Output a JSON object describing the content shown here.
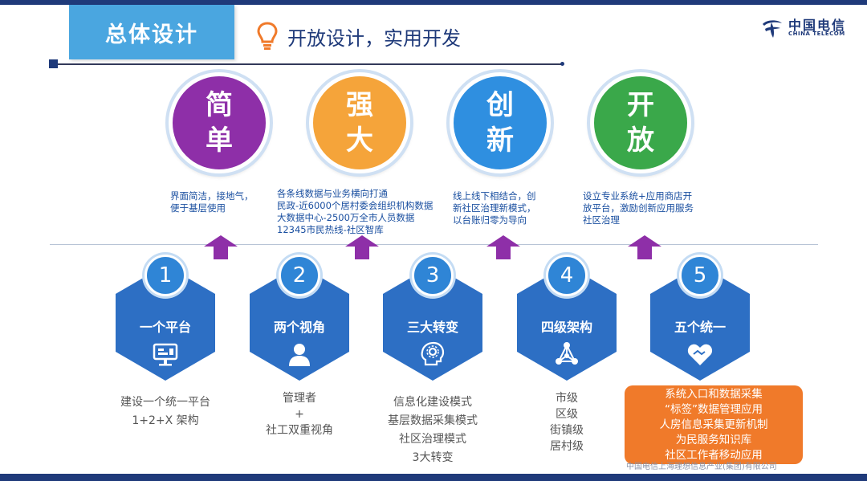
{
  "header": {
    "title": "总体设计",
    "subtitle": "开放设计，实用开发",
    "logo": {
      "cn": "中国电信",
      "en": "CHINA TELECOM"
    }
  },
  "features": [
    {
      "char1": "简",
      "char2": "单",
      "color": "#8e2fa8",
      "desc": [
        "界面简洁，接地气，",
        "便于基层使用"
      ]
    },
    {
      "char1": "强",
      "char2": "大",
      "color": "#f5a43a",
      "desc": [
        "各条线数据与业务横向打通",
        "民政-近6000个居村委会组织机构数据",
        "大数据中心-2500万全市人员数据",
        "12345市民热线-社区智库"
      ]
    },
    {
      "char1": "创",
      "char2": "新",
      "color": "#2f8fe0",
      "desc": [
        "线上线下相结合，创",
        "新社区治理新模式，",
        "以台账归零为导向"
      ]
    },
    {
      "char1": "开",
      "char2": "放",
      "color": "#3aa84a",
      "desc": [
        "设立专业系统+应用商店开",
        "放平台，激励创新应用服务",
        "社区治理"
      ]
    }
  ],
  "pillars": [
    {
      "num": "1",
      "label": "一个平台",
      "icon": "monitor-icon",
      "desc": [
        "建设一个统一平台",
        "1+2+X 架构"
      ]
    },
    {
      "num": "2",
      "label": "两个视角",
      "icon": "user-icon",
      "desc": [
        "管理者",
        "+",
        "社工双重视角"
      ]
    },
    {
      "num": "3",
      "label": "三大转变",
      "icon": "brain-gear-icon",
      "desc": [
        "信息化建设模式",
        "基层数据采集模式",
        "社区治理模式",
        "3大转变"
      ]
    },
    {
      "num": "4",
      "label": "四级架构",
      "icon": "network-icon",
      "desc": [
        "市级",
        "区级",
        "街镇级",
        "居村级"
      ]
    },
    {
      "num": "5",
      "label": "五个统一",
      "icon": "handshake-heart-icon",
      "desc": [
        "系统入口和数据采集",
        "“标签”数据管理应用",
        "人房信息采集更新机制",
        "为民服务知识库",
        "社区工作者移动应用"
      ]
    }
  ],
  "footer_note": "中国电信上海理想信息产业(集团)有限公司",
  "colors": {
    "hex": "#2d6fc4",
    "arrow": "#8e2fa8",
    "orange": "#f07a2a",
    "navy": "#1f3a7a"
  }
}
